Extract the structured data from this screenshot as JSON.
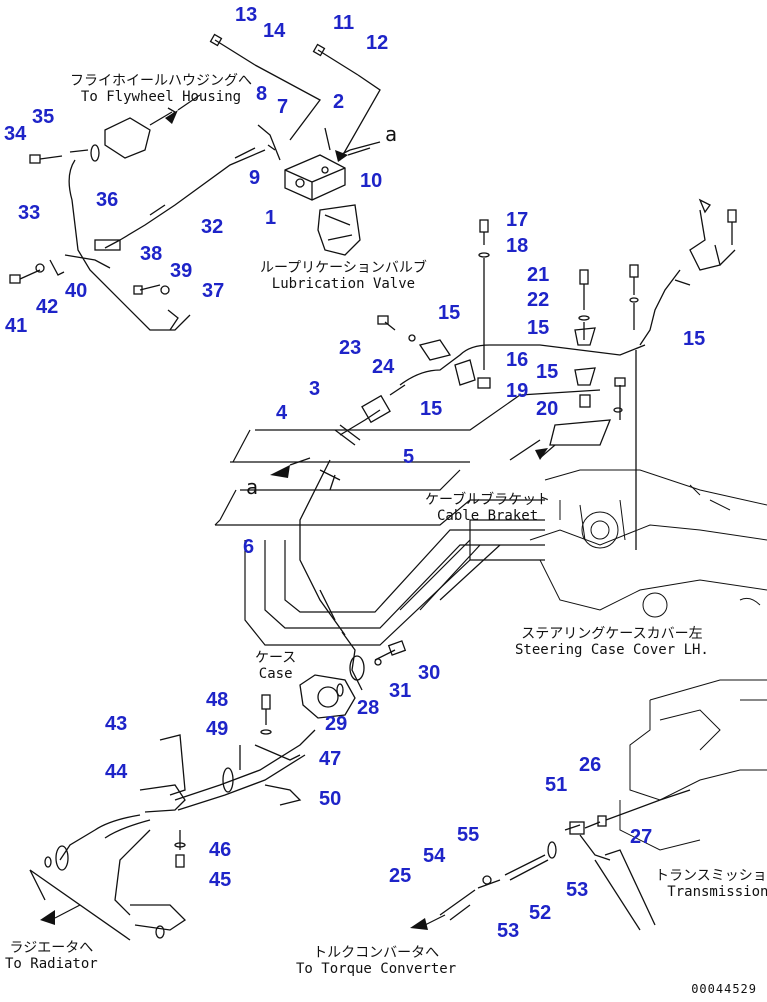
{
  "callouts": [
    {
      "id": "c13",
      "text": "13"
    },
    {
      "id": "c14",
      "text": "14"
    },
    {
      "id": "c11",
      "text": "11"
    },
    {
      "id": "c12",
      "text": "12"
    },
    {
      "id": "c8",
      "text": "8"
    },
    {
      "id": "c7",
      "text": "7"
    },
    {
      "id": "c2",
      "text": "2"
    },
    {
      "id": "c35",
      "text": "35"
    },
    {
      "id": "c34",
      "text": "34"
    },
    {
      "id": "c9",
      "text": "9"
    },
    {
      "id": "c10",
      "text": "10"
    },
    {
      "id": "c36",
      "text": "36"
    },
    {
      "id": "c1",
      "text": "1"
    },
    {
      "id": "c33",
      "text": "33"
    },
    {
      "id": "c32",
      "text": "32"
    },
    {
      "id": "c17",
      "text": "17"
    },
    {
      "id": "c18",
      "text": "18"
    },
    {
      "id": "c38",
      "text": "38"
    },
    {
      "id": "c39",
      "text": "39"
    },
    {
      "id": "c21",
      "text": "21"
    },
    {
      "id": "c40",
      "text": "40"
    },
    {
      "id": "c42",
      "text": "42"
    },
    {
      "id": "c37",
      "text": "37"
    },
    {
      "id": "c22",
      "text": "22"
    },
    {
      "id": "c41",
      "text": "41"
    },
    {
      "id": "c15a",
      "text": "15"
    },
    {
      "id": "c15b",
      "text": "15"
    },
    {
      "id": "c15c",
      "text": "15"
    },
    {
      "id": "c23",
      "text": "23"
    },
    {
      "id": "c24",
      "text": "24"
    },
    {
      "id": "c16",
      "text": "16"
    },
    {
      "id": "c15d",
      "text": "15"
    },
    {
      "id": "c19",
      "text": "19"
    },
    {
      "id": "c3",
      "text": "3"
    },
    {
      "id": "c15e",
      "text": "15"
    },
    {
      "id": "c20",
      "text": "20"
    },
    {
      "id": "c4",
      "text": "4"
    },
    {
      "id": "c5",
      "text": "5"
    },
    {
      "id": "c6",
      "text": "6"
    },
    {
      "id": "c30",
      "text": "30"
    },
    {
      "id": "c31",
      "text": "31"
    },
    {
      "id": "c28",
      "text": "28"
    },
    {
      "id": "c48",
      "text": "48"
    },
    {
      "id": "c29",
      "text": "29"
    },
    {
      "id": "c49",
      "text": "49"
    },
    {
      "id": "c43",
      "text": "43"
    },
    {
      "id": "c47",
      "text": "47"
    },
    {
      "id": "c44",
      "text": "44"
    },
    {
      "id": "c50",
      "text": "50"
    },
    {
      "id": "c26",
      "text": "26"
    },
    {
      "id": "c51",
      "text": "51"
    },
    {
      "id": "c27",
      "text": "27"
    },
    {
      "id": "c55",
      "text": "55"
    },
    {
      "id": "c46",
      "text": "46"
    },
    {
      "id": "c54",
      "text": "54"
    },
    {
      "id": "c45",
      "text": "45"
    },
    {
      "id": "c25",
      "text": "25"
    },
    {
      "id": "c53a",
      "text": "53"
    },
    {
      "id": "c52",
      "text": "52"
    },
    {
      "id": "c53b",
      "text": "53"
    }
  ],
  "labels": {
    "flywheel": {
      "jp": "フライホイールハウジングへ",
      "en": "To Flywheel Housing"
    },
    "lubrication": {
      "jp": "ループリケーションバルブ",
      "en": "Lubrication Valve"
    },
    "cable_bracket": {
      "jp": "ケーブルブラケット",
      "en": "Cable Braket"
    },
    "steering_case": {
      "jp": "ステアリングケースカバー左",
      "en": "Steering Case Cover LH."
    },
    "case": {
      "jp": "ケース",
      "en": "Case"
    },
    "transmission": {
      "jp": "トランスミッション",
      "en": "Transmission"
    },
    "torque_converter": {
      "jp": "トルクコンバータへ",
      "en": "To Torque Converter"
    },
    "radiator": {
      "jp": "ラジエータへ",
      "en": "To Radiator"
    }
  },
  "markers": {
    "a_top": "a",
    "a_mid": "a"
  },
  "document_number": "00044529",
  "colors": {
    "callout": "#1e24c8",
    "line": "#111111"
  }
}
